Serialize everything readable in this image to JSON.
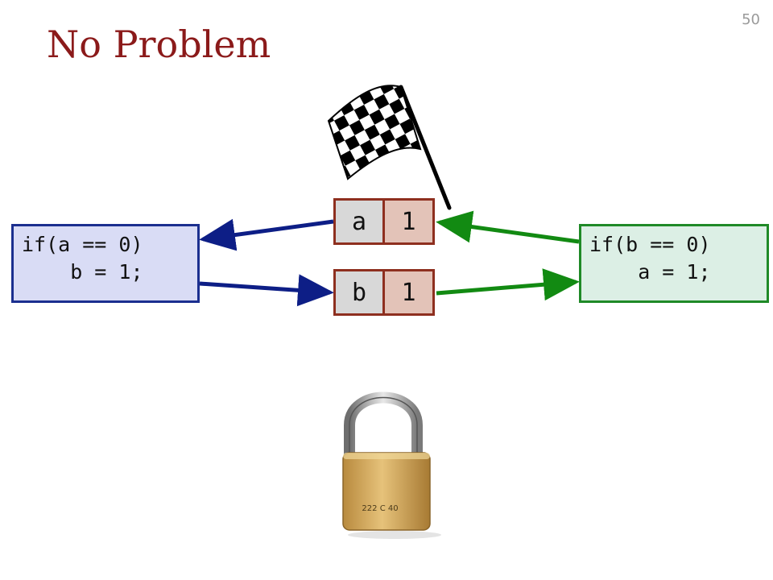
{
  "slide": {
    "title": "No Problem",
    "page_number": "50"
  },
  "thread_left": {
    "lines": [
      "if(a == 0)",
      "    b = 1;"
    ]
  },
  "thread_right": {
    "lines": [
      "if(b == 0)",
      "    a = 1;"
    ]
  },
  "variables": [
    {
      "name": "a",
      "value": "1"
    },
    {
      "name": "b",
      "value": "1"
    }
  ],
  "padlock": {
    "engraving": "222 C 40"
  },
  "colors": {
    "title": "#8b1a1a",
    "left_thread_border": "#1b2f8f",
    "right_thread_border": "#1f8a27",
    "var_border": "#8e2f1f"
  },
  "icons": [
    "checkered-flag-icon",
    "padlock-icon"
  ]
}
